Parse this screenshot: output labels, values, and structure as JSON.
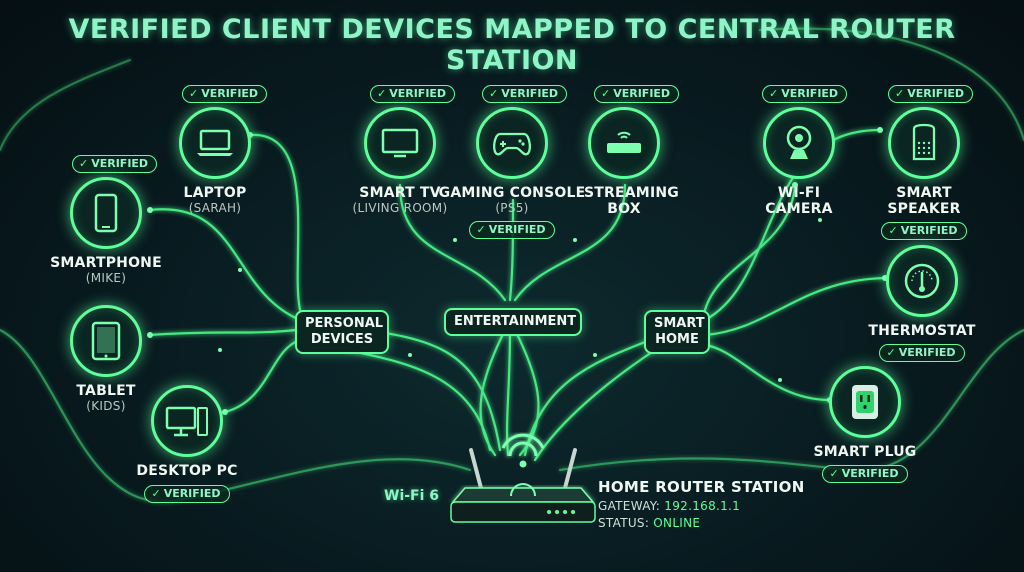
{
  "title": "VERIFIED CLIENT DEVICES MAPPED TO CENTRAL ROUTER STATION",
  "verified_label": "VERIFIED",
  "categories": {
    "personal": "PERSONAL DEVICES",
    "entertainment": "ENTERTAINMENT",
    "smart_home": "SMART HOME"
  },
  "devices": {
    "smartphone": {
      "label": "SMARTPHONE",
      "sub": "(MIKE)",
      "icon": "smartphone-icon"
    },
    "laptop": {
      "label": "LAPTOP",
      "sub": "(SARAH)",
      "icon": "laptop-icon"
    },
    "tablet": {
      "label": "TABLET",
      "sub": "(KIDS)",
      "icon": "tablet-icon"
    },
    "desktop": {
      "label": "DESKTOP PC",
      "sub": "",
      "icon": "desktop-icon"
    },
    "smart_tv": {
      "label": "SMART TV",
      "sub": "(LIVING ROOM)",
      "icon": "tv-icon"
    },
    "gaming_console": {
      "label": "GAMING CONSOLE",
      "sub": "(PS5)",
      "icon": "gamepad-icon"
    },
    "streaming_box": {
      "label": "STREAMING BOX",
      "sub": "",
      "icon": "streaming-box-icon"
    },
    "wifi_camera": {
      "label": "WI-FI CAMERA",
      "sub": "",
      "icon": "camera-icon"
    },
    "smart_speaker": {
      "label": "SMART SPEAKER",
      "sub": "",
      "icon": "speaker-icon"
    },
    "thermostat": {
      "label": "THERMOSTAT",
      "sub": "",
      "icon": "thermostat-icon"
    },
    "smart_plug": {
      "label": "SMART PLUG",
      "sub": "",
      "icon": "plug-icon"
    }
  },
  "router": {
    "title": "HOME ROUTER STATION",
    "gateway_label": "GATEWAY:",
    "gateway": "192.168.1.1",
    "status_label": "STATUS:",
    "status": "ONLINE",
    "wifi": "Wi-Fi 6",
    "icon": "router-icon"
  },
  "colors": {
    "accent": "#5dff9a",
    "background": "#081a1f",
    "title": "#8ff5c8"
  }
}
